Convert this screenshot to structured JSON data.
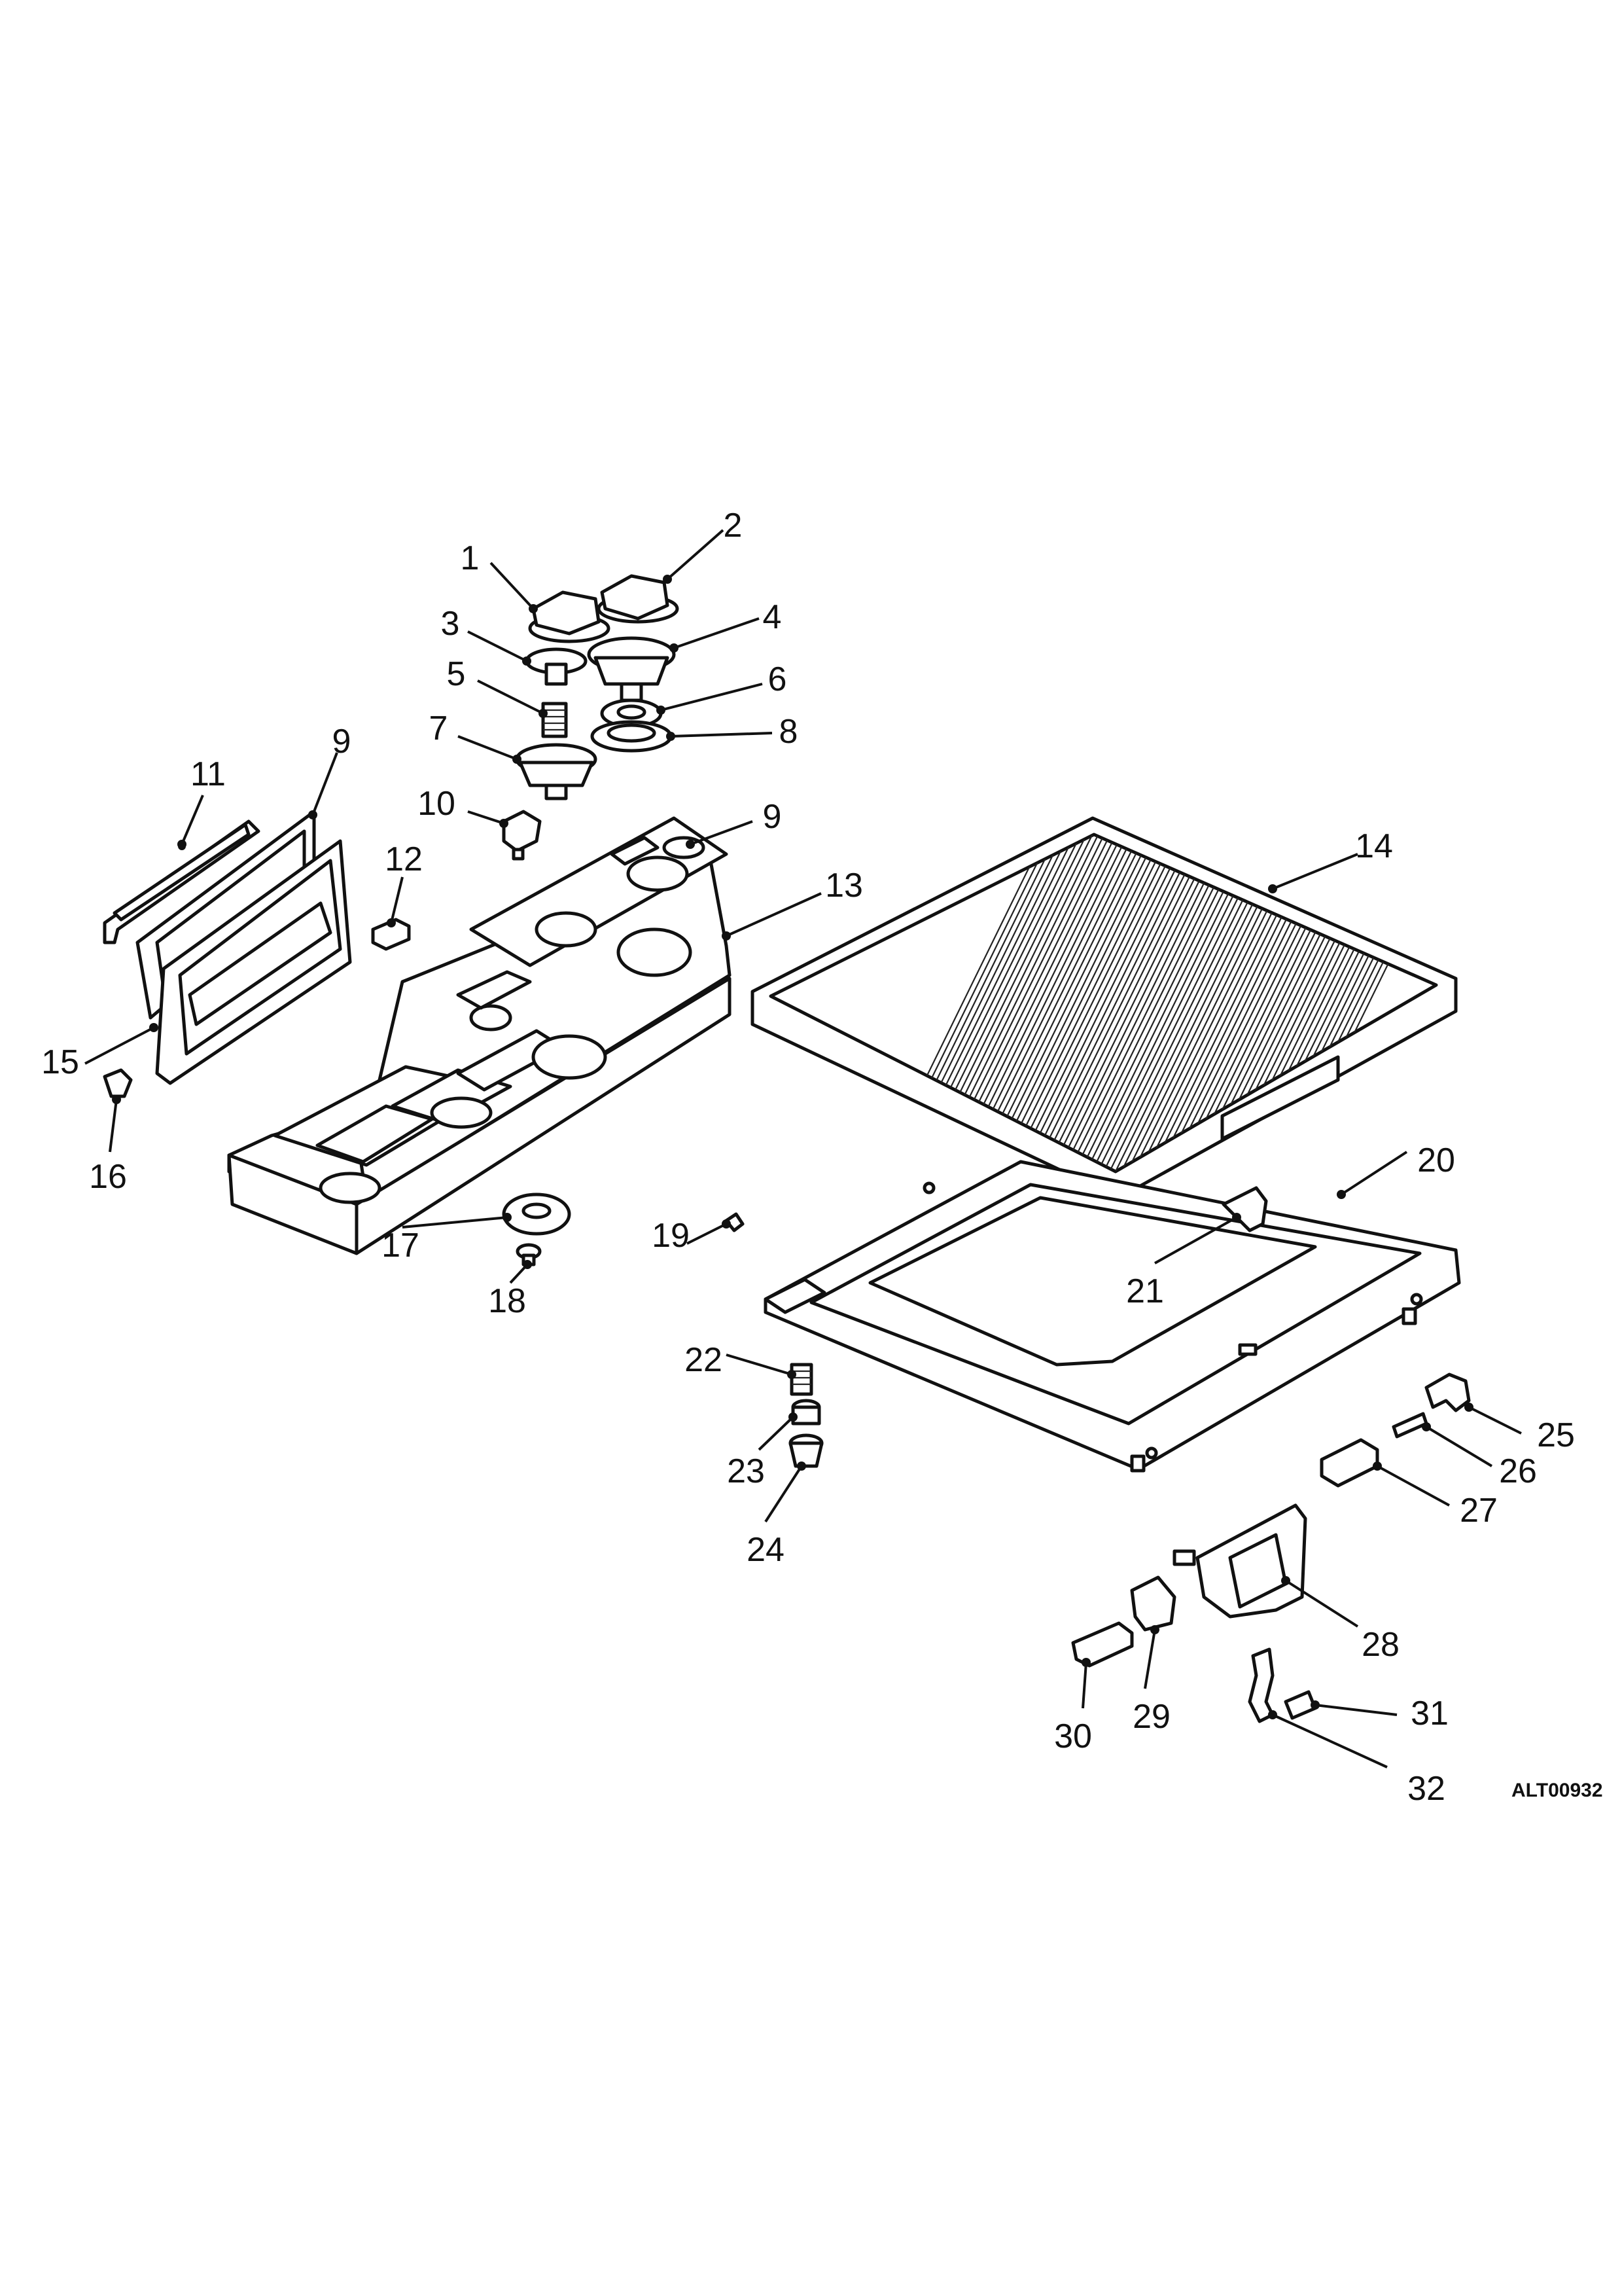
{
  "drawing_ref": "ALT00932",
  "callouts": [
    {
      "id": "1",
      "text": "1"
    },
    {
      "id": "2",
      "text": "2"
    },
    {
      "id": "3",
      "text": "3"
    },
    {
      "id": "4",
      "text": "4"
    },
    {
      "id": "5",
      "text": "5"
    },
    {
      "id": "6",
      "text": "6"
    },
    {
      "id": "7",
      "text": "7"
    },
    {
      "id": "8",
      "text": "8"
    },
    {
      "id": "9a",
      "text": "9"
    },
    {
      "id": "9b",
      "text": "9"
    },
    {
      "id": "10",
      "text": "10"
    },
    {
      "id": "11",
      "text": "11"
    },
    {
      "id": "12",
      "text": "12"
    },
    {
      "id": "13",
      "text": "13"
    },
    {
      "id": "14",
      "text": "14"
    },
    {
      "id": "15",
      "text": "15"
    },
    {
      "id": "16",
      "text": "16"
    },
    {
      "id": "17",
      "text": "17"
    },
    {
      "id": "18",
      "text": "18"
    },
    {
      "id": "19",
      "text": "19"
    },
    {
      "id": "20",
      "text": "20"
    },
    {
      "id": "21",
      "text": "21"
    },
    {
      "id": "22",
      "text": "22"
    },
    {
      "id": "23",
      "text": "23"
    },
    {
      "id": "24",
      "text": "24"
    },
    {
      "id": "25",
      "text": "25"
    },
    {
      "id": "26",
      "text": "26"
    },
    {
      "id": "27",
      "text": "27"
    },
    {
      "id": "28",
      "text": "28"
    },
    {
      "id": "29",
      "text": "29"
    },
    {
      "id": "30",
      "text": "30"
    },
    {
      "id": "31",
      "text": "31"
    },
    {
      "id": "32",
      "text": "32"
    }
  ]
}
